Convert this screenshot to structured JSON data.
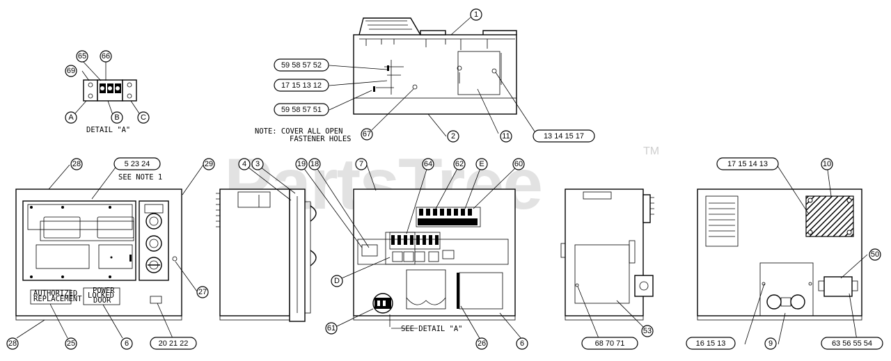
{
  "watermark": {
    "text": "PartsTree",
    "trademark": "TM"
  },
  "notes": {
    "detail_a": "DETAIL \"A\"",
    "see_note_1": "SEE NOTE 1",
    "see_detail_a": "SEE DETAIL \"A\"",
    "note_line1": "NOTE: COVER ALL OPEN",
    "note_line2": "FASTENER HOLES"
  },
  "callouts": {
    "c1": "1",
    "c2": "2",
    "c11": "11",
    "c13_14_15_17": "13 14 15 17",
    "c67": "67",
    "c59_58_57_52": "59 58 57 52",
    "c17_15_13_12": "17 15 13 12",
    "c59_58_57_51": "59 58 57 51",
    "c65": "65",
    "c66": "66",
    "c69": "69",
    "cA": "A",
    "cB": "B",
    "cC": "C",
    "c28a": "28",
    "c5_23_24": "5 23 24",
    "c29": "29",
    "c27": "27",
    "c28b": "28",
    "c25": "25",
    "c6a": "6",
    "c20_21_22": "20 21 22",
    "c4": "4",
    "c3": "3",
    "c19": "19",
    "c18": "18",
    "c7": "7",
    "c64": "64",
    "c62": "62",
    "cE": "E",
    "c60": "60",
    "cD": "D",
    "c61": "61",
    "c26": "26",
    "c6b": "6",
    "c53": "53",
    "c68_70_71": "68 70 71",
    "c17_15_14_13": "17 15 14 13",
    "c10": "10",
    "c50": "50",
    "c16_15_13": "16 15 13",
    "c9": "9",
    "c63_56_55_54": "63 56 55 54"
  },
  "panel_labels": {
    "left_plate_1": "AUTHORIZED",
    "left_plate_2": "REPLACEMENT",
    "center_plate_1": "POWER",
    "center_plate_2": "LOCKED",
    "center_plate_3": "DOOR"
  }
}
